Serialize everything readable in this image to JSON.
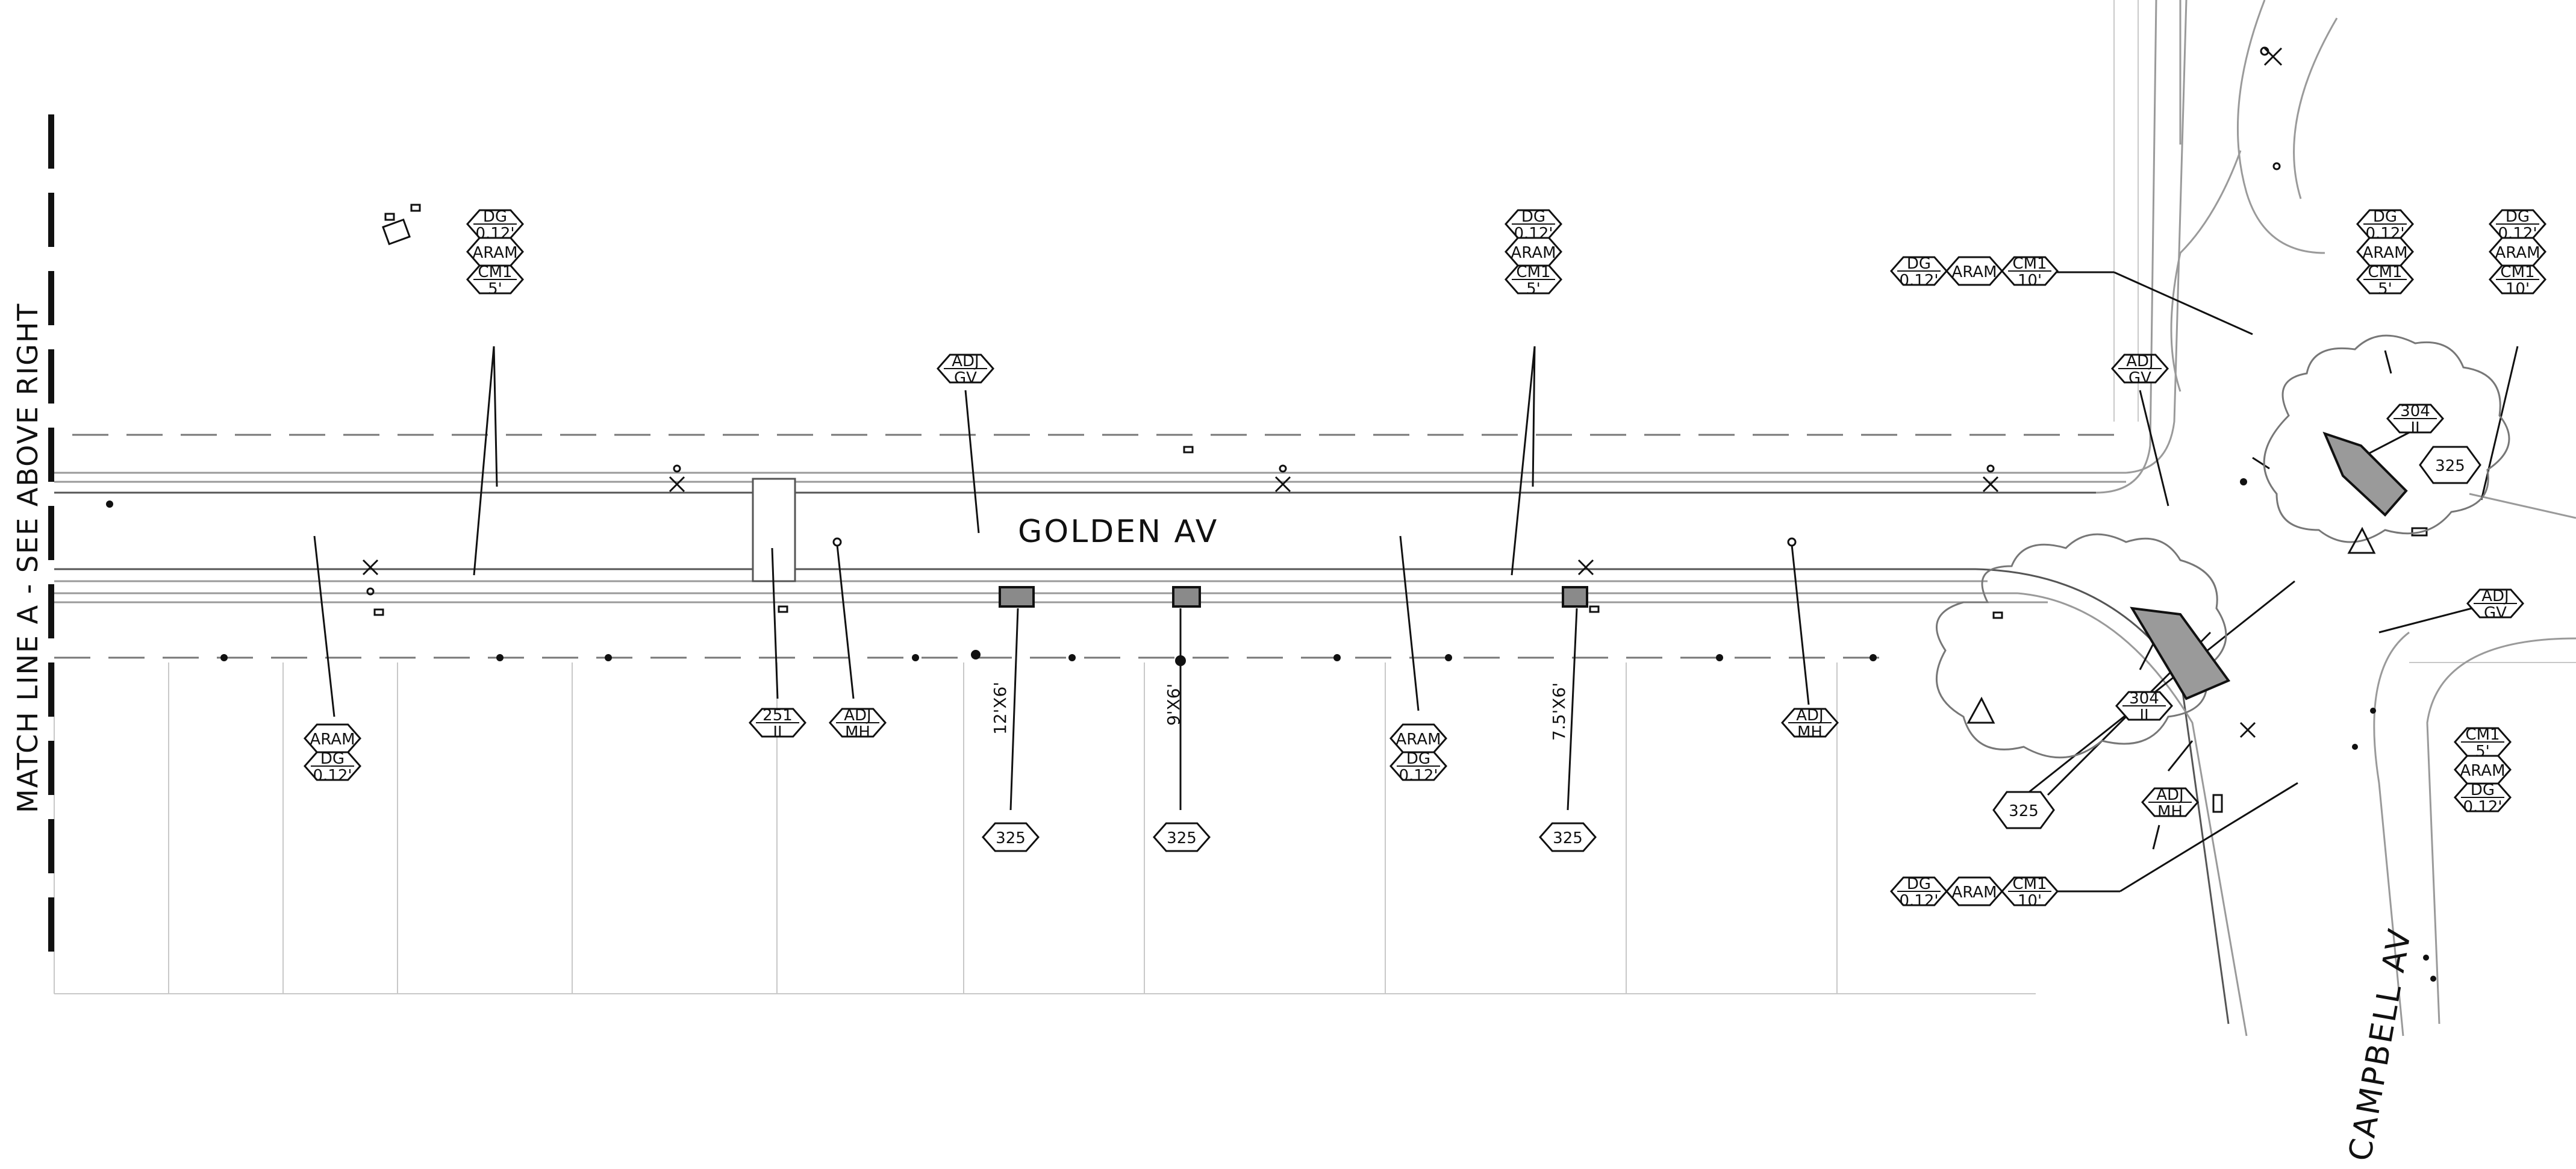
{
  "drawing": {
    "street_name_main": "GOLDEN AV",
    "street_name_cross": "CAMPBELL AV",
    "match_line": "MATCH LINE A - SEE ABOVE RIGHT"
  },
  "tags": {
    "dg": "DG",
    "dg_depth": "0.12'",
    "aram": "ARAM",
    "cm1": "CM1",
    "len_5": "5'",
    "len_10": "10'",
    "adj": "ADJ",
    "gv": "GV",
    "mh": "MH",
    "d251": "251",
    "d304": "304",
    "type_ii": "II",
    "d325": "325"
  },
  "dims": {
    "inlet_1": "12'X6'",
    "inlet_2": "9'X6'",
    "inlet_3": "7.5'X6'"
  },
  "cloud_marks": {
    "rev_a": "325",
    "rev_b": "325"
  }
}
